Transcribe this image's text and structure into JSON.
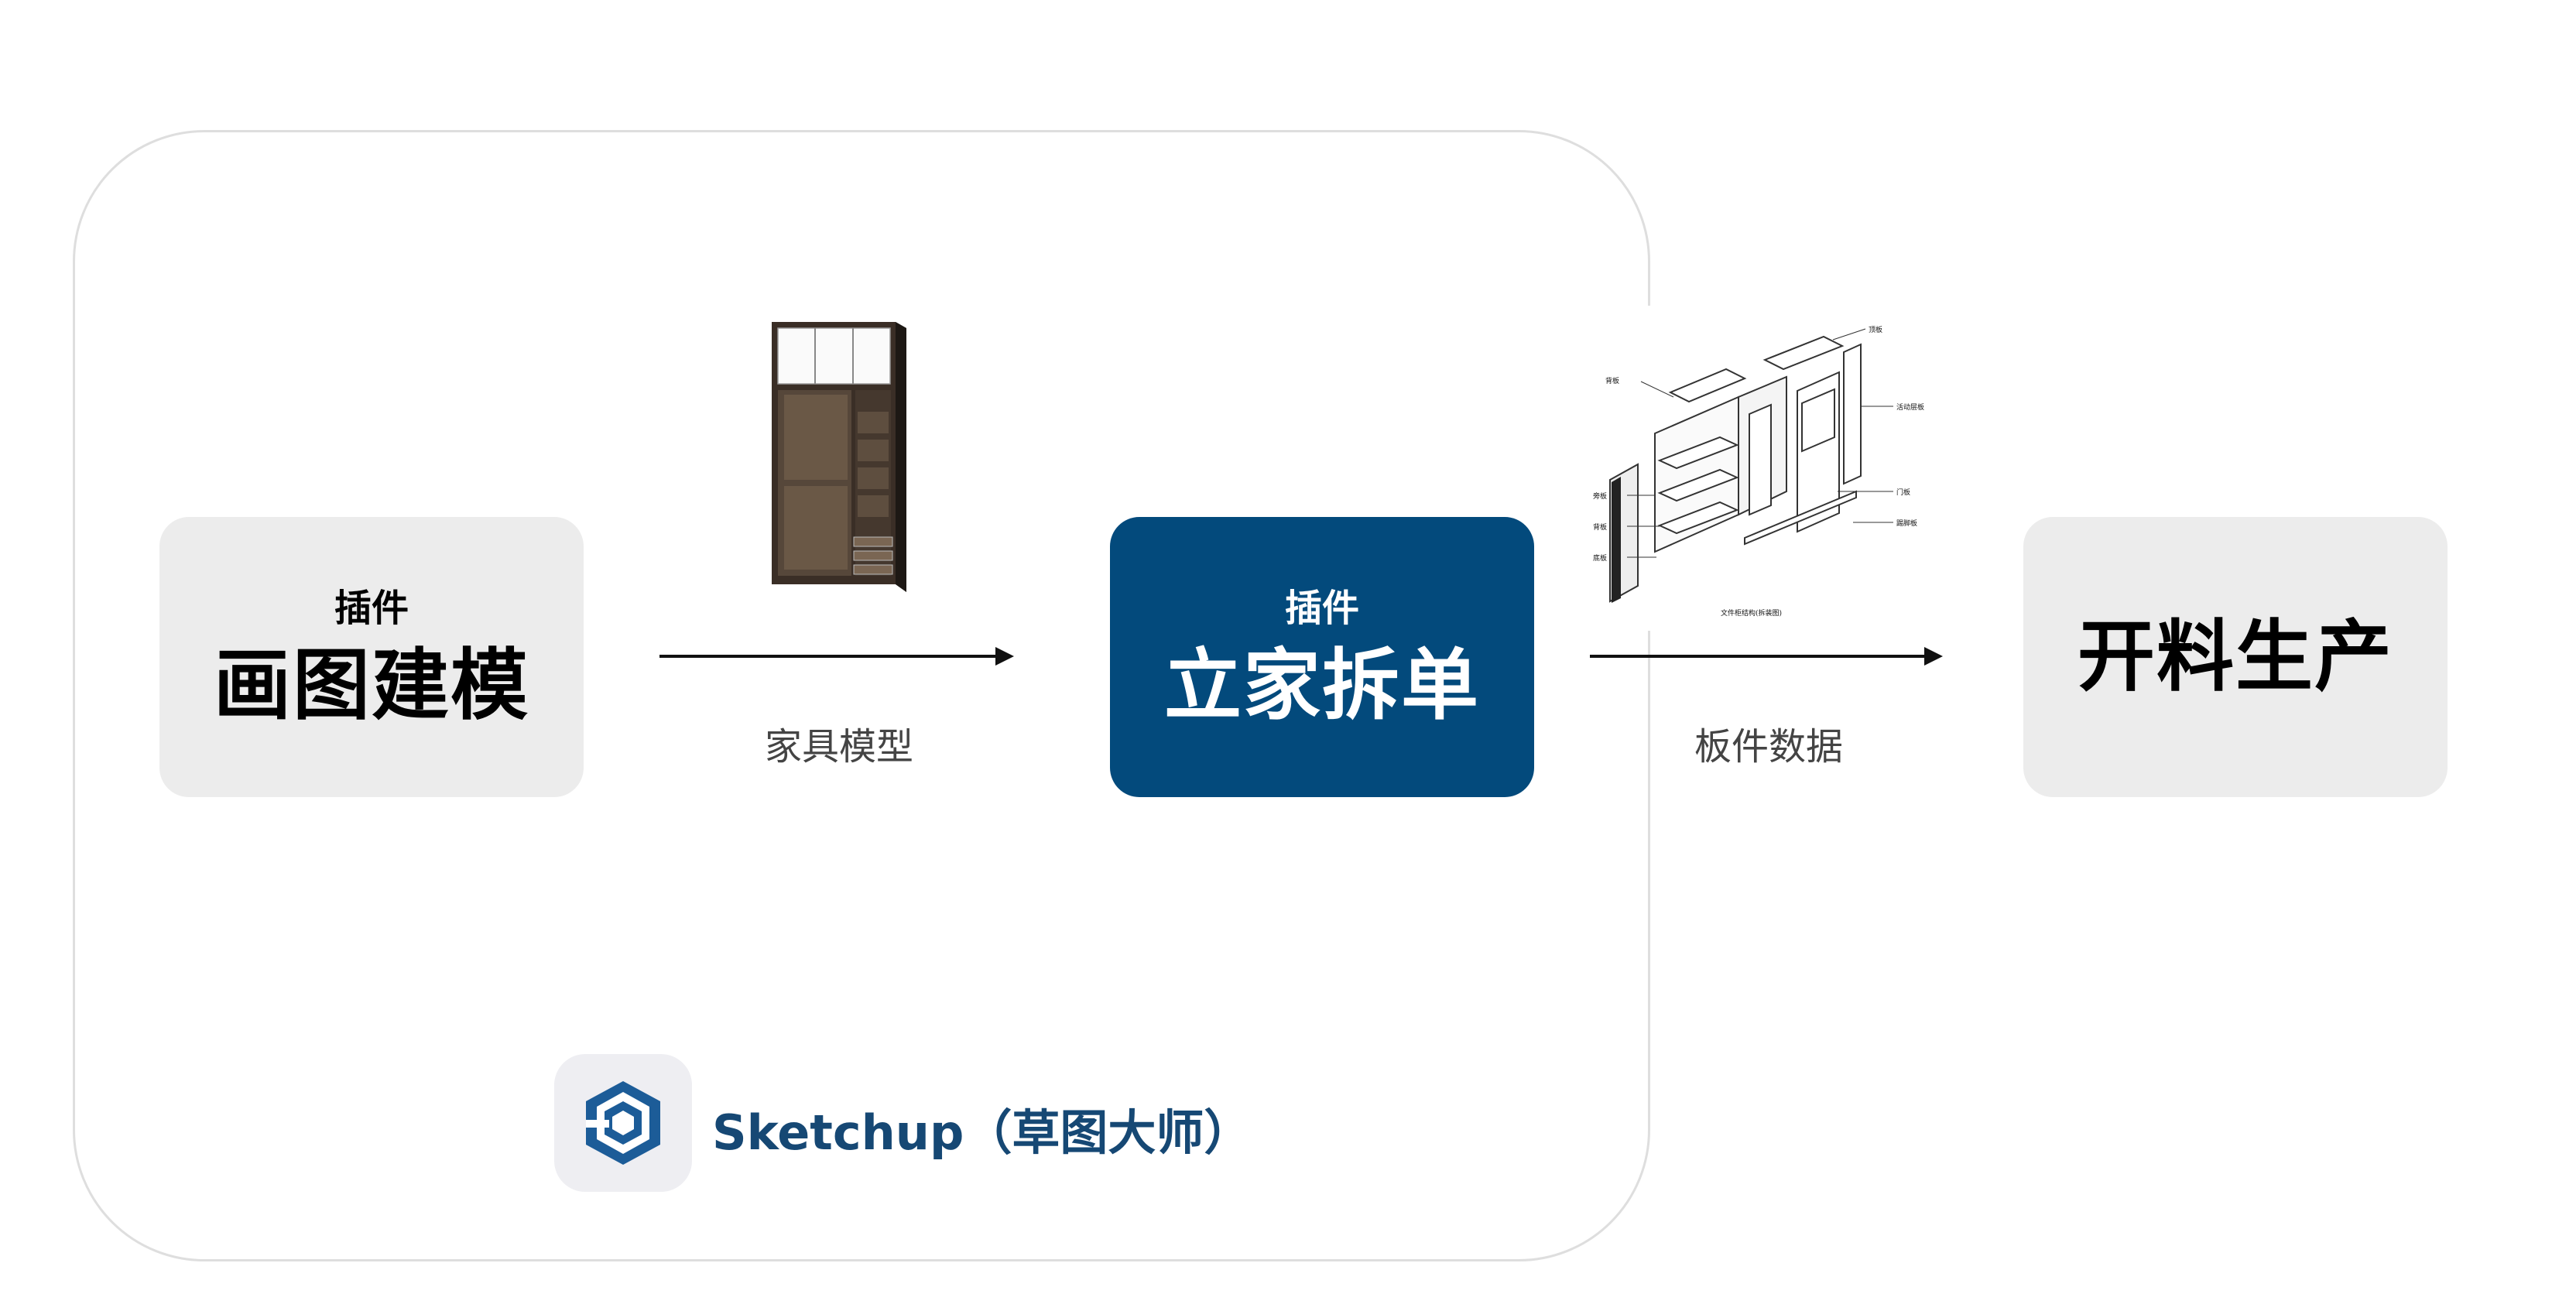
{
  "nodes": {
    "draw": {
      "sub": "插件",
      "main": "画图建模"
    },
    "split": {
      "sub": "插件",
      "main": "立家拆单"
    },
    "produce": {
      "main": "开料生产"
    }
  },
  "edges": {
    "model": "家具模型",
    "panels": "板件数据"
  },
  "exploded_labels": {
    "top": "顶板",
    "back": "背板",
    "shelf": "活动层板",
    "side": "旁板",
    "back2": "背板",
    "door": "门板",
    "bottom": "底板",
    "kick": "踢脚板",
    "caption": "文件柜结构(拆装图)"
  },
  "app": {
    "name": "Sketchup（草图大师）",
    "icon": "sketchup-logo-icon"
  },
  "colors": {
    "accent": "#034a7c",
    "box_grey": "#ececec",
    "app_text": "#164874"
  }
}
